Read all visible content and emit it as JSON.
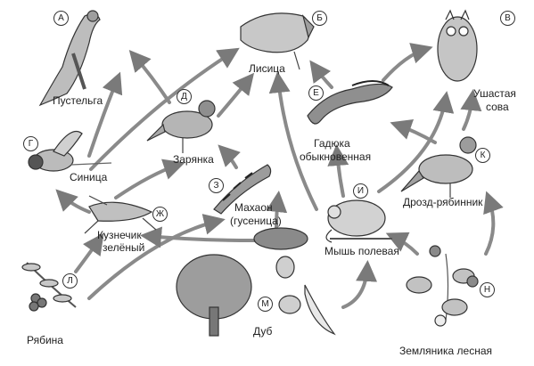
{
  "organisms": [
    {
      "letter": "А",
      "name": "Пустельга",
      "icon": "kestrel-icon"
    },
    {
      "letter": "Б",
      "name": "Лисица",
      "icon": "fox-icon"
    },
    {
      "letter": "В",
      "name": "Ушастая сова",
      "icon": "owl-icon"
    },
    {
      "letter": "Г",
      "name": "Синица",
      "icon": "tit-icon"
    },
    {
      "letter": "Д",
      "name": "Зарянка",
      "icon": "robin-icon"
    },
    {
      "letter": "Е",
      "name": "Гадюка обыкновенная",
      "icon": "viper-icon"
    },
    {
      "letter": "Ж",
      "name": "Кузнечик зелёный",
      "icon": "grasshopper-icon"
    },
    {
      "letter": "З",
      "name": "Махаон (гусеница)",
      "icon": "caterpillar-icon"
    },
    {
      "letter": "И",
      "name": "Мышь полевая",
      "icon": "mouse-icon"
    },
    {
      "letter": "К",
      "name": "Дрозд-рябинник",
      "icon": "thrush-icon"
    },
    {
      "letter": "Л",
      "name": "Рябина",
      "icon": "rowan-icon"
    },
    {
      "letter": "М",
      "name": "Дуб",
      "icon": "oak-icon"
    },
    {
      "letter": "Н",
      "name": "Земляника лесная",
      "icon": "strawberry-icon"
    }
  ],
  "labels": {
    "kestrel": "Пустельга",
    "fox": "Лисица",
    "owl_1": "Ушастая",
    "owl_2": "сова",
    "tit": "Синица",
    "robin": "Зарянка",
    "viper_1": "Гадюка",
    "viper_2": "обыкновенная",
    "grasshopper_1": "Кузнечик",
    "grasshopper_2": "зелёный",
    "caterpillar_1": "Махаон",
    "caterpillar_2": "(гусеница)",
    "mouse": "Мышь полевая",
    "thrush": "Дрозд-рябинник",
    "rowan": "Рябина",
    "oak": "Дуб",
    "strawberry": "Земляника лесная"
  },
  "badges": {
    "kestrel": "А",
    "fox": "Б",
    "owl": "В",
    "tit": "Г",
    "robin": "Д",
    "viper": "Е",
    "grasshopper": "Ж",
    "caterpillar": "З",
    "mouse": "И",
    "thrush": "К",
    "rowan": "Л",
    "oak": "М",
    "strawberry": "Н"
  },
  "food_links": [
    {
      "from": "Синица",
      "to": "Пустельга"
    },
    {
      "from": "Зарянка",
      "to": "Пустельга"
    },
    {
      "from": "Синица",
      "to": "Лисица"
    },
    {
      "from": "Зарянка",
      "to": "Лисица"
    },
    {
      "from": "Мышь полевая",
      "to": "Лисица"
    },
    {
      "from": "Гадюка обыкновенная",
      "to": "Лисица"
    },
    {
      "from": "Гадюка обыкновенная",
      "to": "Ушастая сова"
    },
    {
      "from": "Дрозд-рябинник",
      "to": "Ушастая сова"
    },
    {
      "from": "Мышь полевая",
      "to": "Ушастая сова"
    },
    {
      "from": "Мышь полевая",
      "to": "Гадюка обыкновенная"
    },
    {
      "from": "Дрозд-рябинник",
      "to": "Гадюка обыкновенная"
    },
    {
      "from": "Кузнечик зелёный",
      "to": "Синица"
    },
    {
      "from": "Кузнечик зелёный",
      "to": "Зарянка"
    },
    {
      "from": "Махаон (гусеница)",
      "to": "Зарянка"
    },
    {
      "from": "Рябина",
      "to": "Кузнечик зелёный"
    },
    {
      "from": "Рябина",
      "to": "Махаон (гусеница)"
    },
    {
      "from": "Дуб",
      "to": "Махаон (гусеница)"
    },
    {
      "from": "Дуб",
      "to": "Кузнечик зелёный"
    },
    {
      "from": "Дуб",
      "to": "Мышь полевая"
    },
    {
      "from": "Земляника лесная",
      "to": "Мышь полевая"
    },
    {
      "from": "Земляника лесная",
      "to": "Дрозд-рябинник"
    }
  ]
}
